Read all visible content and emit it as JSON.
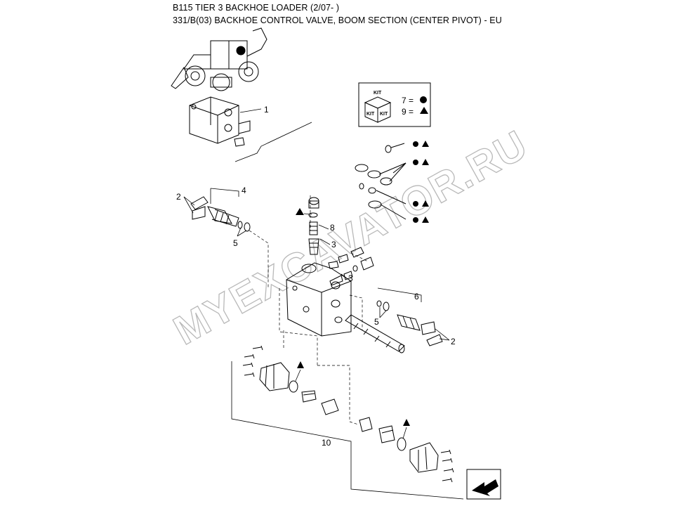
{
  "header": {
    "title": "B115 TIER 3 BACKHOE LOADER (2/07- )",
    "subtitle": "331/B(03) BACKHOE CONTROL VALVE, BOOM SECTION (CENTER PIVOT) - EU"
  },
  "kit_box": {
    "icon": "kit-cube-icon",
    "face_text": "KIT",
    "row1": "7 =",
    "row2": "9 =",
    "circle_symbol": "●",
    "triangle_symbol": "▲"
  },
  "callouts": {
    "c1": "1",
    "c2a": "2",
    "c2b": "2",
    "c3a": "3",
    "c3b": "3",
    "c4": "4",
    "c5a": "5",
    "c5b": "5",
    "c6": "6",
    "c8": "8",
    "c10": "10"
  },
  "watermark": "MYEXCAVATOR.RU",
  "nav": {
    "icon": "next-page-arrow-icon"
  },
  "colors": {
    "line": "#000000",
    "watermark": "#b9b9b9",
    "background": "#ffffff"
  }
}
